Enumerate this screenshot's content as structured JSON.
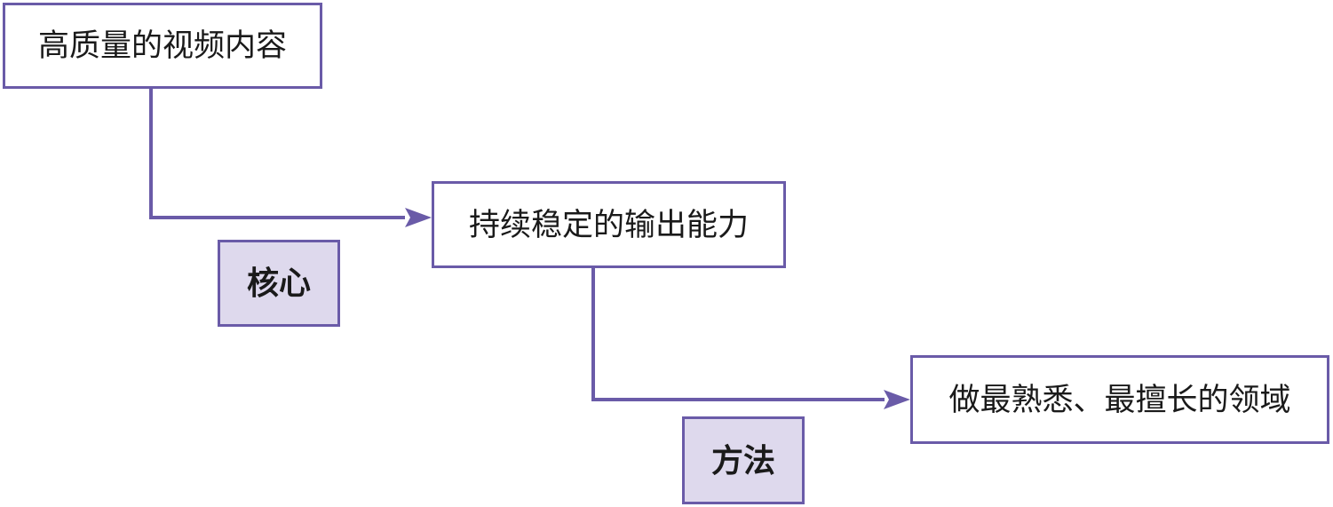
{
  "diagram": {
    "title": "video-content-flow",
    "nodes": [
      {
        "id": "node-video-content",
        "label": "高质量的视频内容"
      },
      {
        "id": "node-stable-output",
        "label": "持续稳定的输出能力"
      },
      {
        "id": "node-familiar-field",
        "label": "做最熟悉、最擅长的领域"
      }
    ],
    "edges": [
      {
        "from": "node-video-content",
        "to": "node-stable-output",
        "label": "核心"
      },
      {
        "from": "node-stable-output",
        "to": "node-familiar-field",
        "label": "方法"
      }
    ],
    "edge_labels": {
      "core": "核心",
      "method": "方法"
    },
    "colors": {
      "border": "#6A5BA8",
      "connector": "#6A5BA8",
      "label_fill": "#DED9ED",
      "node_fill": "#FFFFFF",
      "text": "#1A1A1A",
      "background": "#FFFFFF"
    }
  }
}
